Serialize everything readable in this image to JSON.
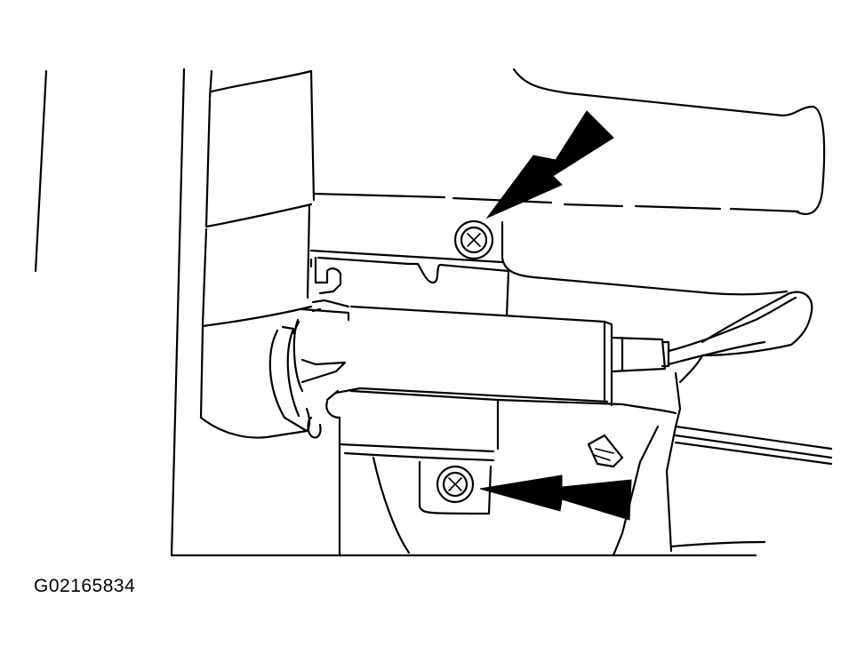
{
  "figure": {
    "id_label": "G02165834"
  },
  "colors": {
    "line": "#000000",
    "background": "#ffffff"
  },
  "callouts": [
    {
      "name": "upper-screw",
      "icon": "phillips-screw-icon"
    },
    {
      "name": "lower-screw",
      "icon": "phillips-screw-icon"
    }
  ]
}
